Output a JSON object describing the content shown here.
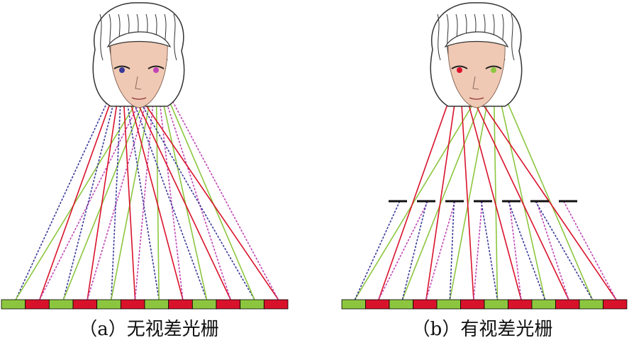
{
  "captions": {
    "a": "（a）无视差光栅",
    "b": "（b）有视差光栅"
  },
  "colors": {
    "red": "#d9122b",
    "green": "#8cc63f",
    "blue": "#3a3a9a",
    "magenta": "#c045b5",
    "barrier": "#111111",
    "skin": "#f0c9b4",
    "hair": "#333333"
  },
  "panels": [
    {
      "id": "a",
      "has_barrier": false,
      "strip": [
        "green",
        "red",
        "green",
        "red",
        "green",
        "red",
        "green",
        "red",
        "green",
        "red",
        "green",
        "red"
      ]
    },
    {
      "id": "b",
      "has_barrier": true,
      "strip": [
        "green",
        "red",
        "green",
        "red",
        "green",
        "red",
        "green",
        "red",
        "green",
        "red",
        "green",
        "red"
      ]
    }
  ]
}
